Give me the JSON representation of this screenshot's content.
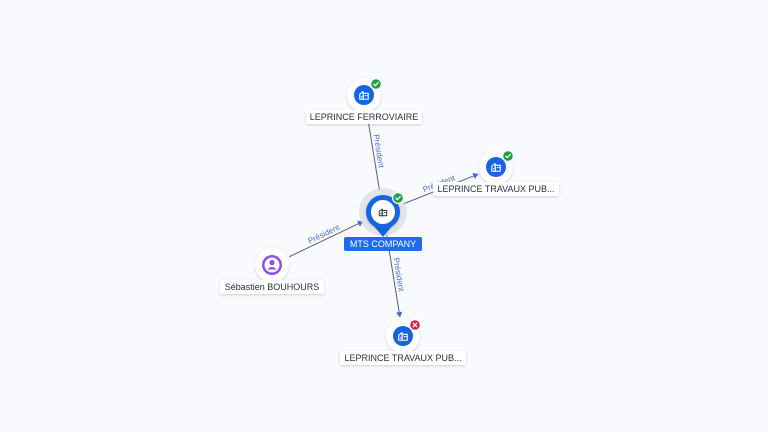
{
  "colors": {
    "company": "#1565e0",
    "person": "#8a53e6",
    "active": "#1f9e48",
    "inactive": "#d3213f",
    "edge_label": "#4a72c8",
    "selected_label_bg": "#1e6bef"
  },
  "nodes": [
    {
      "id": "mts",
      "label": "MTS COMPANY",
      "type": "company",
      "status": "active",
      "selected": true,
      "icon": "building-icon"
    },
    {
      "id": "ferro",
      "label": "LEPRINCE FERROVIAIRE",
      "type": "company",
      "status": "active",
      "icon": "building-icon"
    },
    {
      "id": "tp1",
      "label": "LEPRINCE TRAVAUX PUB...",
      "type": "company",
      "status": "active",
      "icon": "building-icon"
    },
    {
      "id": "tp2",
      "label": "LEPRINCE TRAVAUX PUB...",
      "type": "company",
      "status": "inactive",
      "icon": "building-icon"
    },
    {
      "id": "seb",
      "label": "Sébastien BOUHOURS",
      "type": "person",
      "icon": "person-icon"
    }
  ],
  "edges": [
    {
      "from": "mts",
      "to": "ferro",
      "label": "Président"
    },
    {
      "from": "mts",
      "to": "tp1",
      "label": "Président"
    },
    {
      "from": "mts",
      "to": "tp2",
      "label": "Président"
    },
    {
      "from": "seb",
      "to": "mts",
      "label": "Président"
    }
  ]
}
